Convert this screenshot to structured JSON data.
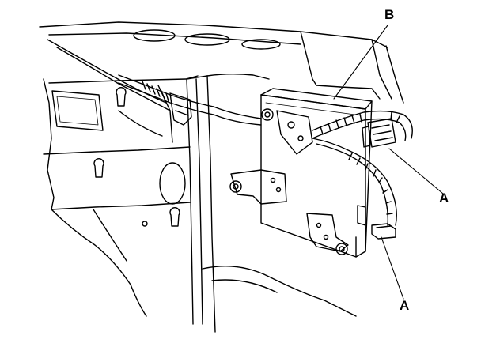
{
  "callouts": {
    "b": "B",
    "a_upper": "A",
    "a_lower": "A"
  },
  "colors": {
    "line": "#000000",
    "background": "#ffffff"
  }
}
